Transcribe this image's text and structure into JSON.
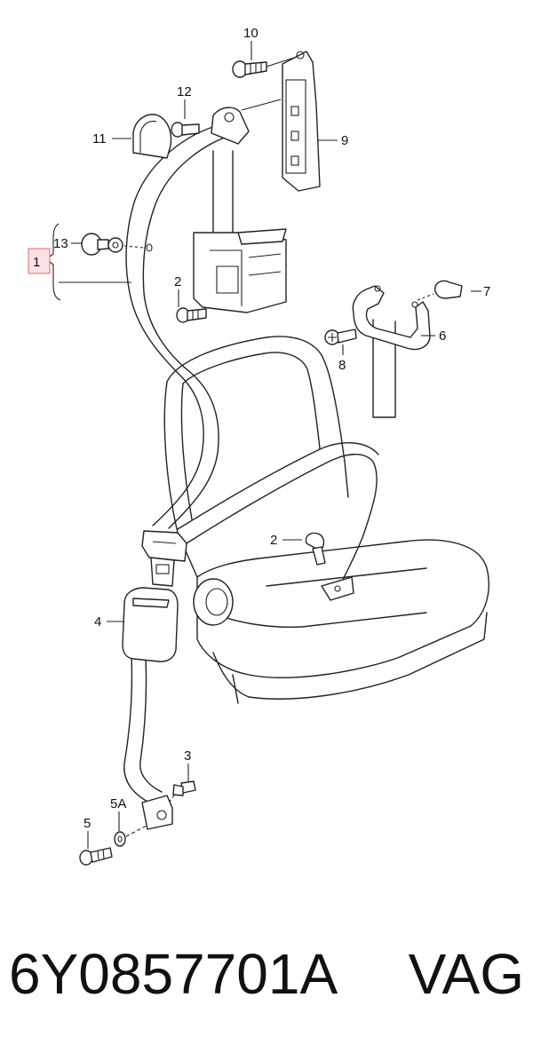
{
  "callouts": {
    "c1": "1",
    "c2a": "2",
    "c2b": "2",
    "c3": "3",
    "c4": "4",
    "c5": "5",
    "c5a": "5A",
    "c6": "6",
    "c7": "7",
    "c8": "8",
    "c9": "9",
    "c10": "10",
    "c11": "11",
    "c12": "12",
    "c13": "13"
  },
  "footer": {
    "part_number": "6Y0857701A",
    "brand": "VAG"
  },
  "colors": {
    "line": "#222222",
    "highlight_fill": "#fbe3e3",
    "highlight_border": "#e06a6a"
  }
}
